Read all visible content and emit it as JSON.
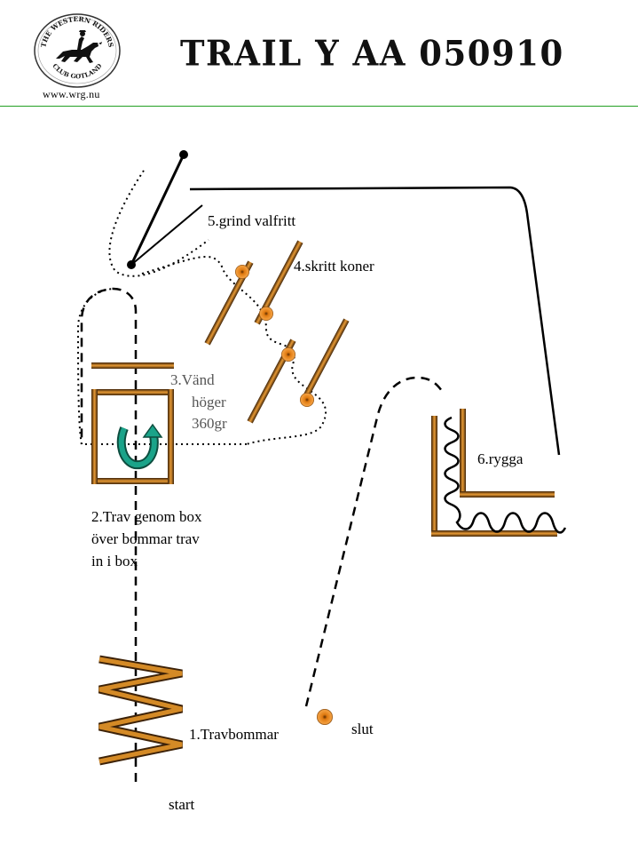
{
  "header": {
    "title": "TRAIL Y AA 050910",
    "website": "www.wrg.nu",
    "logo": {
      "text_top": "THE WESTERN RIDERS",
      "text_bottom": "CLUB GOTLAND"
    }
  },
  "course": {
    "obstacles": [
      {
        "label": "1.Travbommar"
      },
      {
        "label_lines": [
          "2.Trav genom box",
          "över bommar trav",
          "in i box"
        ]
      },
      {
        "label_lines": [
          "3.Vänd",
          "höger",
          "360gr"
        ]
      },
      {
        "label": "4.skritt koner"
      },
      {
        "label": "5.grind valfritt"
      },
      {
        "label": "6.rygga"
      }
    ],
    "start_label": "start",
    "end_label": "slut"
  },
  "colors": {
    "pole": "#c8801c",
    "pole_dark": "#3d2208",
    "cone": "#e07a10",
    "turn_arrow": "#1aa389",
    "header_line": "#22a022"
  }
}
